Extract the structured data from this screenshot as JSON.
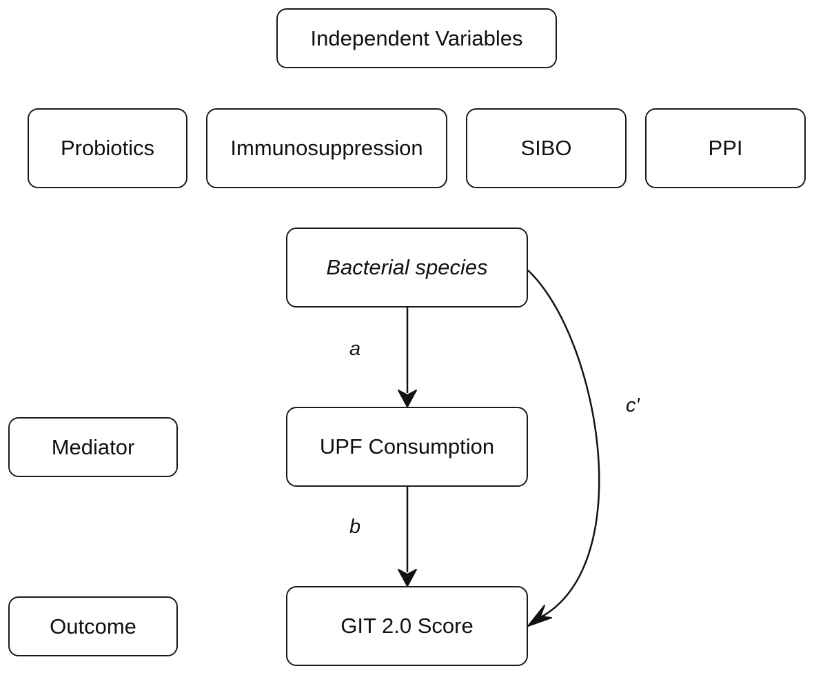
{
  "header": {
    "label": "Independent Variables"
  },
  "independent_variables": [
    {
      "label": "Probiotics"
    },
    {
      "label": "Immunosuppression"
    },
    {
      "label": "SIBO"
    },
    {
      "label": "PPI"
    }
  ],
  "nodes": {
    "exposure": "Bacterial species",
    "mediator": "UPF Consumption",
    "outcome": "GIT 2.0 Score"
  },
  "roles": {
    "mediator": "Mediator",
    "outcome": "Outcome"
  },
  "paths": {
    "a": "a",
    "b": "b",
    "c_prime": "c′"
  }
}
